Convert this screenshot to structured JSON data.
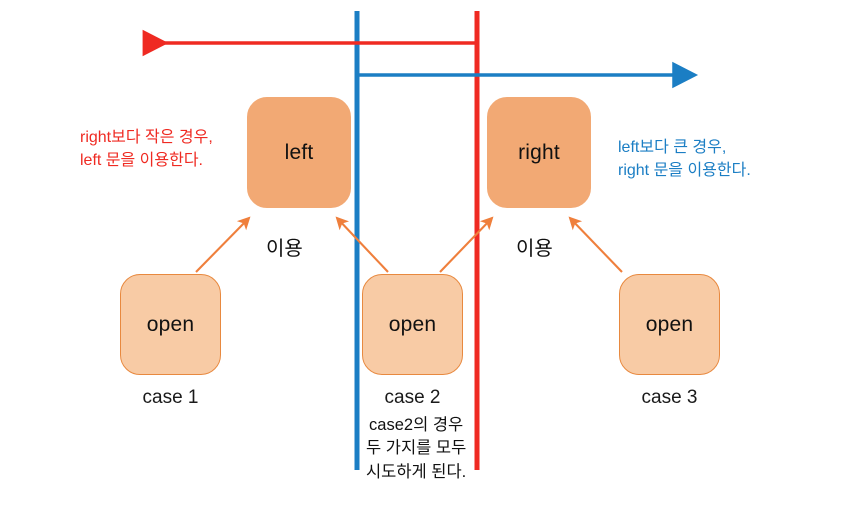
{
  "diagram": {
    "title_present": false,
    "colors": {
      "key_node_fill": "#f2a974",
      "open_node_fill": "#f8cba5",
      "open_node_border": "#e8893f",
      "red_line": "#ef2a22",
      "blue_line": "#1b7ec4",
      "arrow_orange": "#ef7f3c",
      "text": "#111111",
      "background": "#ffffff"
    },
    "key_nodes": [
      {
        "id": "left",
        "label": "left"
      },
      {
        "id": "right",
        "label": "right"
      }
    ],
    "open_nodes": [
      {
        "id": "open1",
        "label": "open",
        "caption": "case 1"
      },
      {
        "id": "open2",
        "label": "open",
        "caption": "case 2"
      },
      {
        "id": "open3",
        "label": "open",
        "caption": "case 3"
      }
    ],
    "use_labels": [
      {
        "id": "use-left",
        "label": "이용"
      },
      {
        "id": "use-right",
        "label": "이용"
      }
    ],
    "annotations": {
      "left_note": {
        "color": "#ef2a22",
        "line1": "right보다 작은 경우,",
        "line2": "left 문을 이용한다."
      },
      "right_note": {
        "color": "#1b7ec4",
        "line1": "left보다 큰 경우,",
        "line2": "right 문을 이용한다."
      },
      "bottom_note": {
        "color": "#111111",
        "line1": "case2의 경우",
        "line2": "두 가지를 모두",
        "line3": "시도하게 된다."
      }
    },
    "axes": [
      {
        "id": "red-range-arrow",
        "color": "#ef2a22",
        "direction": "left",
        "description": "horizontal red arrow pointing left from red boundary"
      },
      {
        "id": "blue-range-arrow",
        "color": "#1b7ec4",
        "direction": "right",
        "description": "horizontal blue arrow pointing right from blue boundary"
      },
      {
        "id": "blue-boundary",
        "color": "#1b7ec4",
        "direction": "vertical",
        "description": "vertical blue boundary line"
      },
      {
        "id": "red-boundary",
        "color": "#ef2a22",
        "direction": "vertical",
        "description": "vertical red boundary line"
      }
    ]
  }
}
